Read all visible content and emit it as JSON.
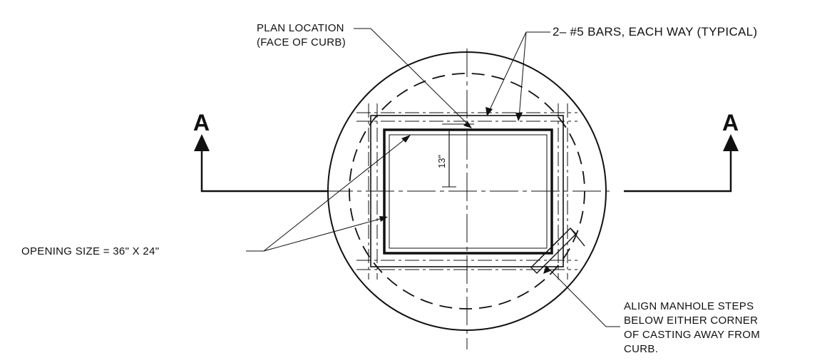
{
  "labels": {
    "plan_location_1": "PLAN LOCATION",
    "plan_location_2": "(FACE OF CURB)",
    "bars": "2– #5 BARS, EACH WAY (TYPICAL)",
    "opening": "OPENING SIZE = 36\" x 24\"",
    "align_1": "ALIGN MANHOLE STEPS",
    "align_2": "BELOW EITHER CORNER",
    "align_3": "OF CASTING AWAY FROM",
    "align_4": "CURB.",
    "dimension": "13\"",
    "section_left": "A",
    "section_right": "A"
  },
  "colors": {
    "line": "#111111",
    "background": "#ffffff"
  }
}
